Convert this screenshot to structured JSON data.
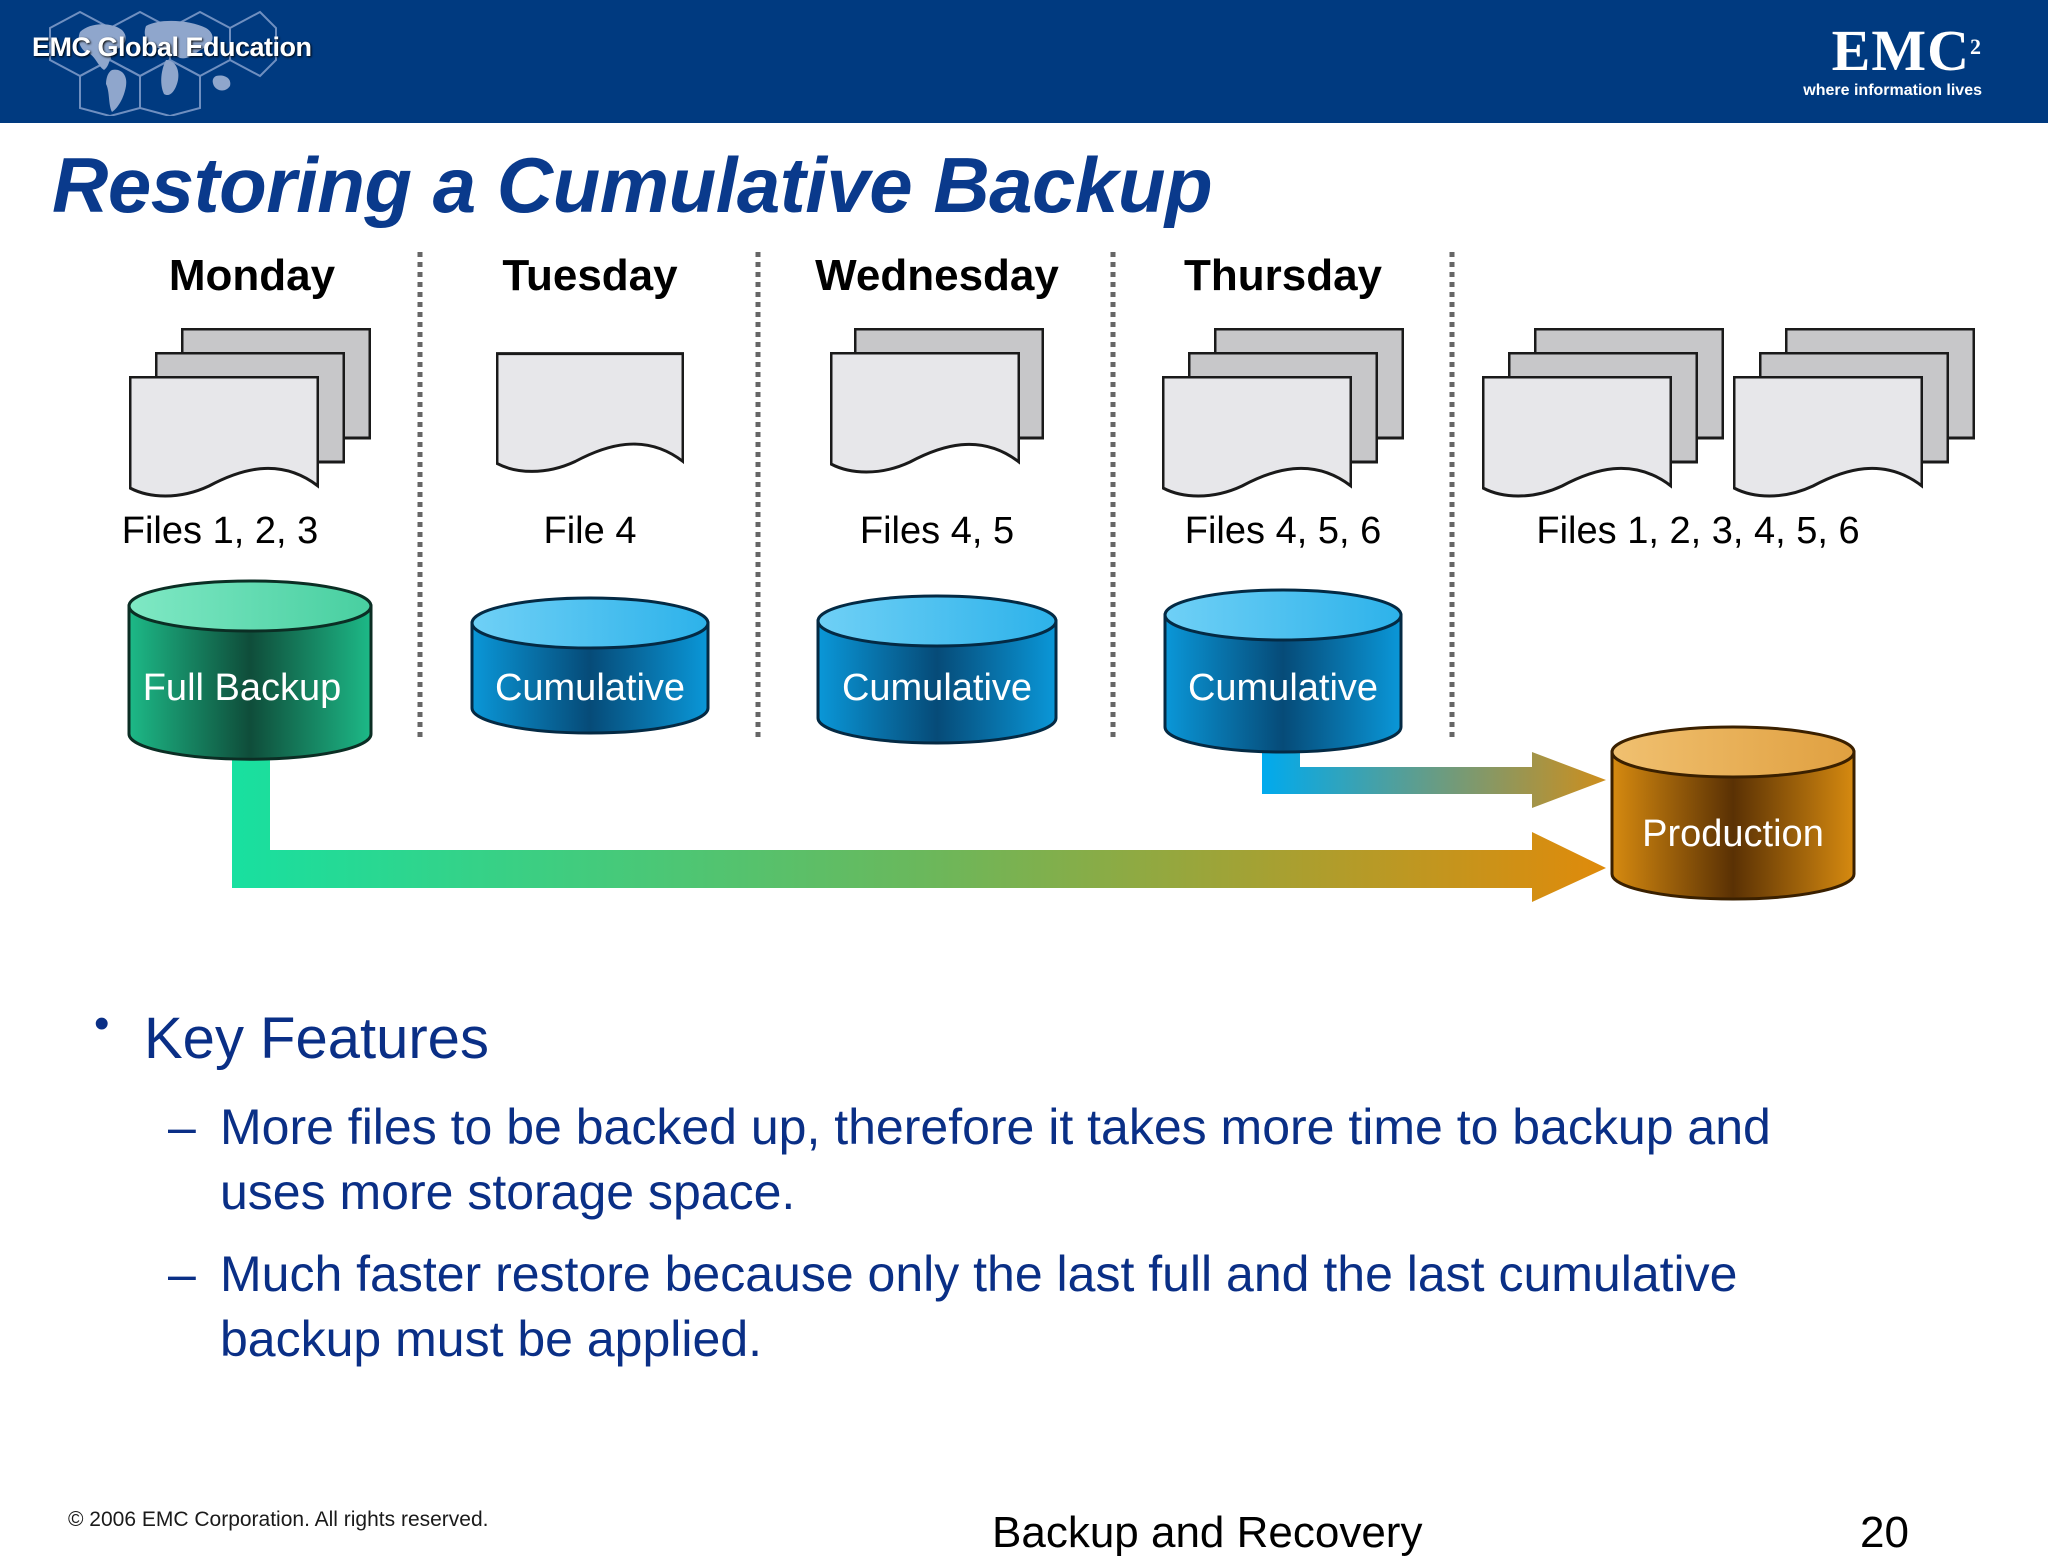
{
  "header": {
    "edu_logo_text": "EMC Global Education",
    "brand": "EMC",
    "brand_superscript": "2",
    "tagline": "where information lives"
  },
  "title": "Restoring a Cumulative Backup",
  "diagram": {
    "columns": [
      {
        "day": "Monday",
        "files": "Files 1, 2, 3",
        "backup_label": "Full Backup",
        "backup_type": "full"
      },
      {
        "day": "Tuesday",
        "files": "File 4",
        "backup_label": "Cumulative",
        "backup_type": "cumulative"
      },
      {
        "day": "Wednesday",
        "files": "Files 4, 5",
        "backup_label": "Cumulative",
        "backup_type": "cumulative"
      },
      {
        "day": "Thursday",
        "files": "Files 4, 5, 6",
        "backup_label": "Cumulative",
        "backup_type": "cumulative"
      }
    ],
    "result_files": "Files 1, 2, 3, 4, 5, 6",
    "target_label": "Production",
    "colors": {
      "full_backup": "#1fb889",
      "cumulative": "#0a93d4",
      "production": "#d0850e",
      "arrow_start_full": "#18e0a0",
      "arrow_start_cumulative": "#00aaee",
      "arrow_end": "#e08a0a"
    }
  },
  "bullets": {
    "heading": "Key Features",
    "items": [
      "More files to be backed up, therefore it takes more time to backup and uses more storage space.",
      "Much faster restore because only the last full and the last cumulative backup must be applied."
    ]
  },
  "footer": {
    "copyright": "© 2006 EMC Corporation. All rights reserved.",
    "course": "Backup and Recovery",
    "page": "20"
  }
}
